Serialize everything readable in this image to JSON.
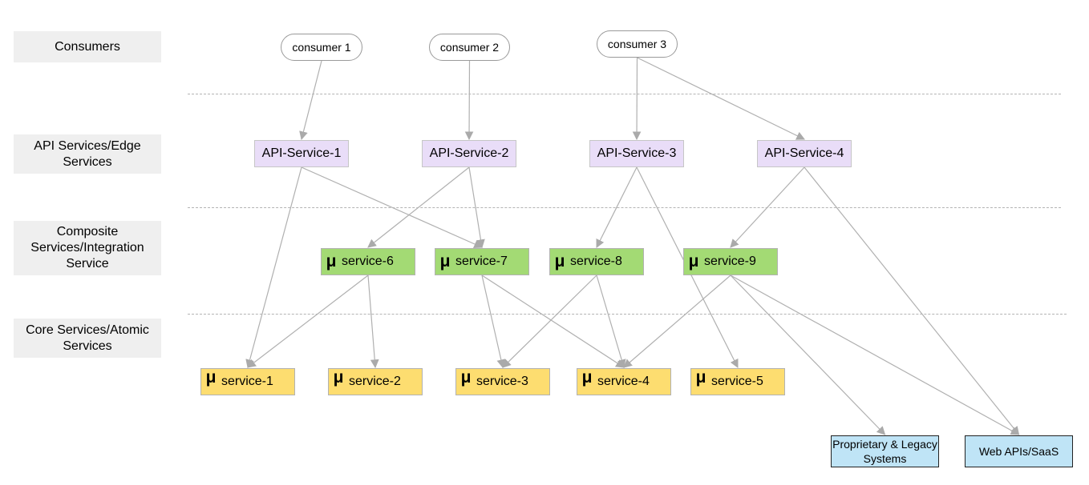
{
  "lanes": [
    {
      "id": "consumers",
      "label": "Consumers"
    },
    {
      "id": "api",
      "label": "API Services/Edge Services"
    },
    {
      "id": "composite",
      "label": "Composite Services/Integration Service"
    },
    {
      "id": "core",
      "label": "Core Services/Atomic Services"
    }
  ],
  "consumers": [
    {
      "id": "c1",
      "label": "consumer 1"
    },
    {
      "id": "c2",
      "label": "consumer 2"
    },
    {
      "id": "c3",
      "label": "consumer 3"
    }
  ],
  "api_services": [
    {
      "id": "a1",
      "label": "API-Service-1"
    },
    {
      "id": "a2",
      "label": "API-Service-2"
    },
    {
      "id": "a3",
      "label": "API-Service-3"
    },
    {
      "id": "a4",
      "label": "API-Service-4"
    }
  ],
  "composite_services": [
    {
      "id": "s6",
      "label": "service-6"
    },
    {
      "id": "s7",
      "label": "service-7"
    },
    {
      "id": "s8",
      "label": "service-8"
    },
    {
      "id": "s9",
      "label": "service-9"
    }
  ],
  "core_services": [
    {
      "id": "s1",
      "label": "service-1"
    },
    {
      "id": "s2",
      "label": "service-2"
    },
    {
      "id": "s3",
      "label": "service-3"
    },
    {
      "id": "s4",
      "label": "service-4"
    },
    {
      "id": "s5",
      "label": "service-5"
    }
  ],
  "external": [
    {
      "id": "legacy",
      "label": "Proprietary & Legacy Systems"
    },
    {
      "id": "web",
      "label": "Web APIs/SaaS"
    }
  ],
  "micro_symbol": "μ",
  "colors": {
    "lane_bg": "#efefef",
    "api": "#e9ddf8",
    "composite": "#a3da74",
    "core": "#fddd70",
    "external": "#bfe4f6",
    "edge": "#b0b0b0"
  },
  "edges": [
    [
      "c1",
      "a1"
    ],
    [
      "c2",
      "a2"
    ],
    [
      "c3",
      "a3"
    ],
    [
      "c3",
      "a4"
    ],
    [
      "a1",
      "s1"
    ],
    [
      "a1",
      "s7"
    ],
    [
      "a2",
      "s6"
    ],
    [
      "a2",
      "s7"
    ],
    [
      "a3",
      "s8"
    ],
    [
      "a3",
      "s5"
    ],
    [
      "a4",
      "s9"
    ],
    [
      "a4",
      "web"
    ],
    [
      "s6",
      "s1"
    ],
    [
      "s6",
      "s2"
    ],
    [
      "s7",
      "s3"
    ],
    [
      "s7",
      "s4"
    ],
    [
      "s8",
      "s3"
    ],
    [
      "s8",
      "s4"
    ],
    [
      "s9",
      "s4"
    ],
    [
      "s9",
      "legacy"
    ],
    [
      "s9",
      "web"
    ]
  ]
}
